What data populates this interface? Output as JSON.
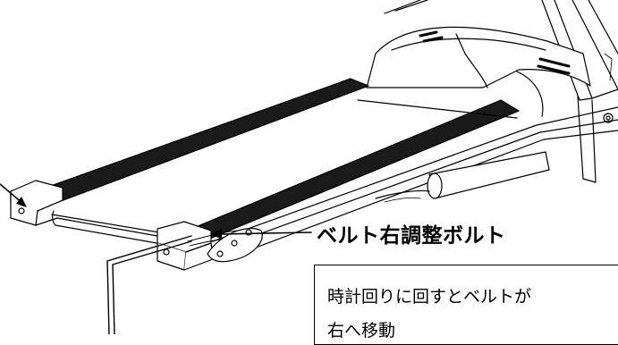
{
  "diagram": {
    "callout_label": "ベルト右調整ボルト",
    "note_lines": [
      "時計回りに回すとベルトが",
      "右へ移動"
    ],
    "colors": {
      "line": "#000000",
      "belt": "#1a1a1a",
      "deck": "#ffffff"
    }
  }
}
